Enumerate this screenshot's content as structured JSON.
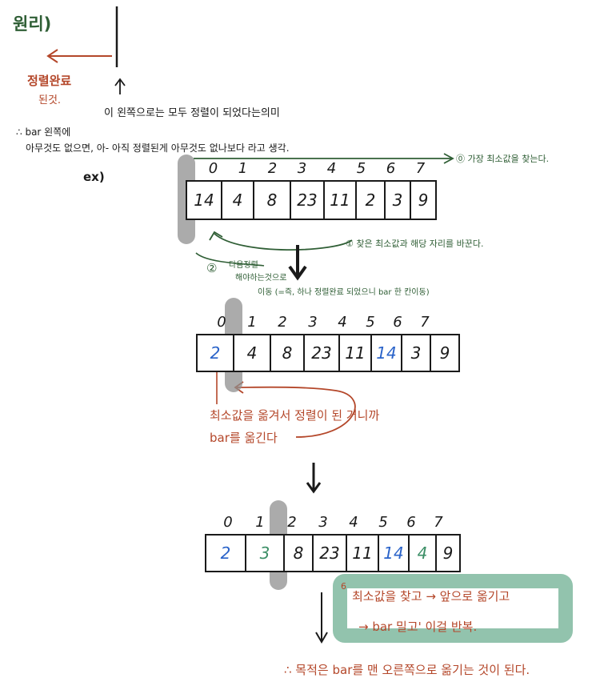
{
  "title": "원리)",
  "sorted_label_line1": "정렬완료",
  "sorted_label_line2": "된것.",
  "note_left_all_sorted": "이 왼쪽으로는 모두 정렬이 되었다는의미",
  "reason_line1": "∴ bar 왼쪽에",
  "reason_line2": "아무것도 없으면, 아- 아직 정렬된게 아무것도 없나보다 라고 생각.",
  "ex_label": "ex)",
  "step0": "⓪ 가장 최소값을 찾는다.",
  "step1": "① 찾은 최소값과 해당 자리를 바꾼다.",
  "step2_line1": "다음정렬",
  "step2_line2": "해야하는것으로",
  "step2_line3": "이동 (=즉, 하나 정렬완료 되었으니 bar 한 칸이동)",
  "step2_marker": "②",
  "explain_line1": "최소값을 옮겨서 정렬이 된 거니까",
  "explain_line2": "bar를 옮긴다",
  "loop_number": "6",
  "loop_line1": "최소값을 찾고 → 앞으로 옮기고",
  "loop_line2": "→ bar 밀고' 이걸 반복.",
  "conclusion": "∴ 목적은 bar를 맨 오른쪽으로 옮기는 것이 된다.",
  "indices": [
    "0",
    "1",
    "2",
    "3",
    "4",
    "5",
    "6",
    "7"
  ],
  "arrays": [
    [
      "14",
      "4",
      "8",
      "23",
      "11",
      "2",
      "3",
      "9"
    ],
    [
      "2",
      "4",
      "8",
      "23",
      "11",
      "14",
      "3",
      "9"
    ],
    [
      "2",
      "3",
      "8",
      "23",
      "11",
      "14",
      "4",
      "9"
    ]
  ],
  "colors": {
    "green": "#2f5e35",
    "red": "#b4472a",
    "blue": "#2a63c9",
    "teal": "#3d8f67",
    "bar": "#8f8f8f",
    "loop_box": "#7fb99f"
  }
}
